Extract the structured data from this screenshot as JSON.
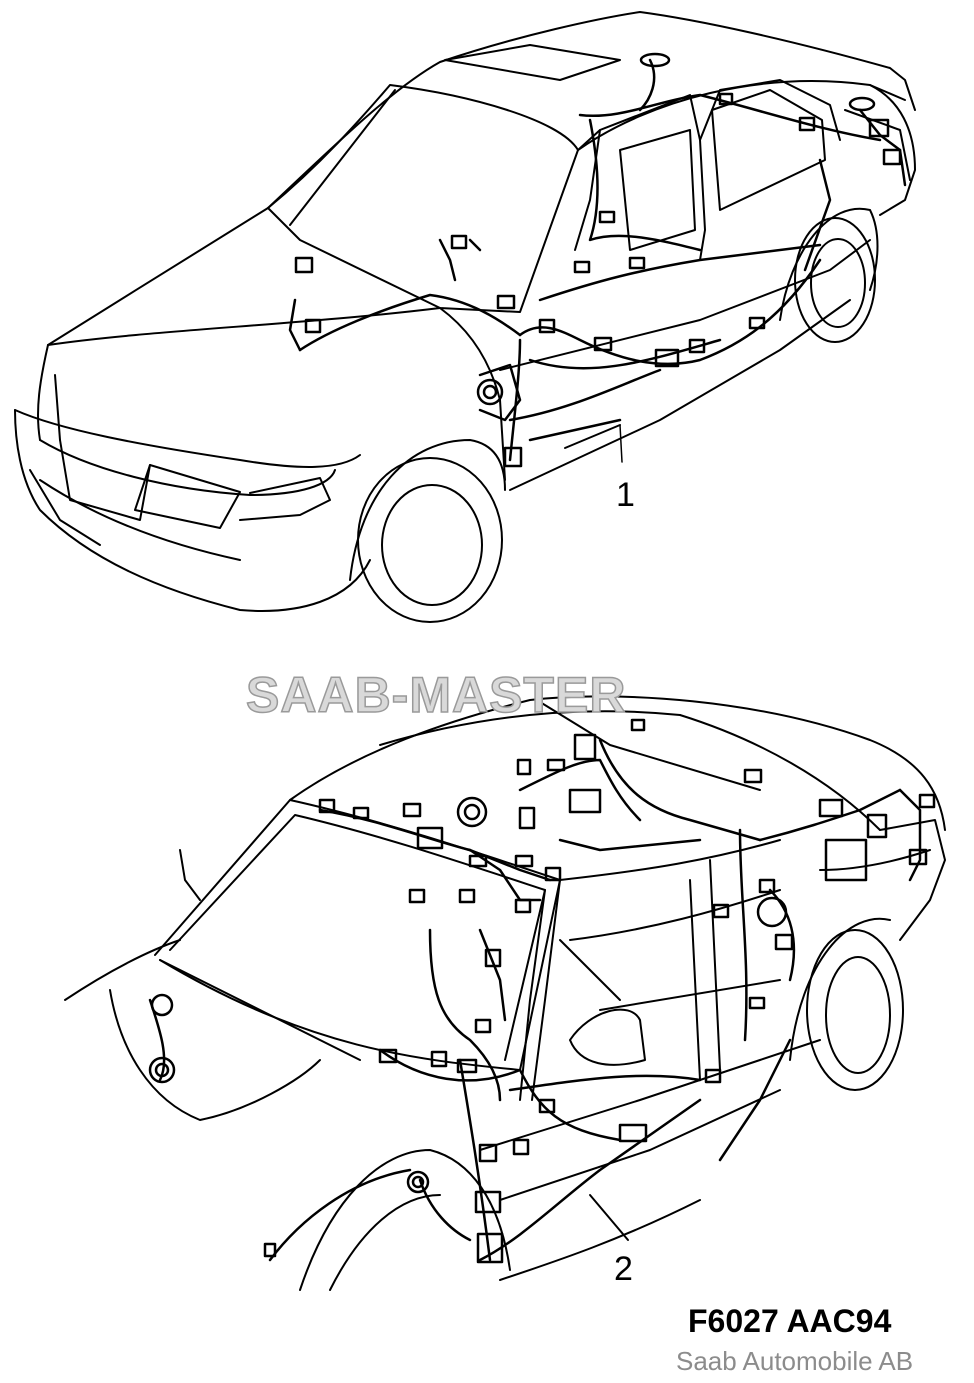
{
  "callouts": {
    "harness_1": "1",
    "harness_2": "2"
  },
  "watermark": "SAAB-MASTER",
  "figure_code": "F6027 AAC94",
  "copyright": "Saab Automobile AB",
  "colors": {
    "line": "#000000",
    "watermark_fill": "#d9d9d9",
    "watermark_stroke": "#9a9a9a",
    "copyright_text": "#8c8c8c"
  }
}
